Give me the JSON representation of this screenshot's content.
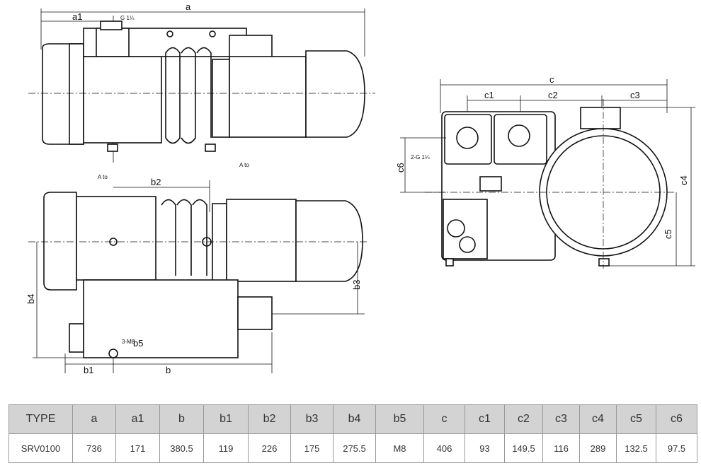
{
  "drawing": {
    "labels": {
      "a": "a",
      "a1": "a1",
      "b": "b",
      "b1": "b1",
      "b2": "b2",
      "b3": "b3",
      "b4": "b4",
      "b5": "b5",
      "c": "c",
      "c1": "c1",
      "c2": "c2",
      "c3": "c3",
      "c4": "c4",
      "c5": "c5",
      "c6": "c6",
      "thread_top": "G 1¼",
      "thread_side": "2-G 1¼",
      "bolt": "3-M8",
      "view_a_1": "A to",
      "view_a_2": "A to"
    }
  },
  "table": {
    "headers": [
      "TYPE",
      "a",
      "a1",
      "b",
      "b1",
      "b2",
      "b3",
      "b4",
      "b5",
      "c",
      "c1",
      "c2",
      "c3",
      "c4",
      "c5",
      "c6"
    ],
    "rows": [
      [
        "SRV0100",
        "736",
        "171",
        "380.5",
        "119",
        "226",
        "175",
        "275.5",
        "M8",
        "406",
        "93",
        "149.5",
        "116",
        "289",
        "132.5",
        "97.5"
      ]
    ]
  }
}
